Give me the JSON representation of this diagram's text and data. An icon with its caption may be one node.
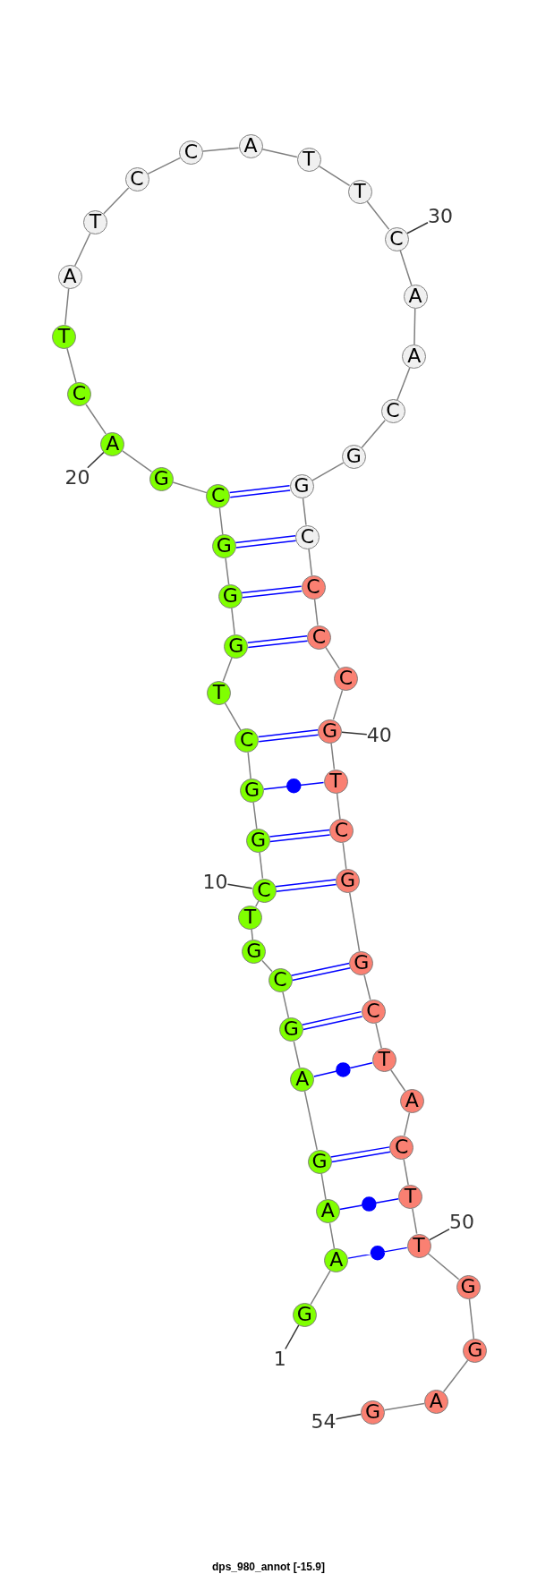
{
  "diagram": {
    "caption": "dps_980_annot [-15.9]",
    "nodes": [
      {
        "text": [
          "G"
        ]
      },
      {
        "text": [
          "A"
        ]
      },
      {
        "text": [
          "A"
        ]
      },
      {
        "text": [
          "G"
        ]
      },
      {
        "text": [
          "A"
        ]
      },
      {
        "text": [
          "G"
        ]
      },
      {
        "text": [
          "C"
        ]
      },
      {
        "text": [
          "G"
        ]
      },
      {
        "text": [
          "T"
        ]
      },
      {
        "text": [
          "C"
        ]
      },
      {
        "text": [
          "G"
        ]
      },
      {
        "text": [
          "G"
        ]
      },
      {
        "text": [
          "C"
        ]
      },
      {
        "text": [
          "T"
        ]
      },
      {
        "text": [
          "G"
        ]
      },
      {
        "text": [
          "G"
        ]
      },
      {
        "text": [
          "G"
        ]
      },
      {
        "text": [
          "C"
        ]
      },
      {
        "text": [
          "G"
        ]
      },
      {
        "text": [
          "A"
        ]
      },
      {
        "text": [
          "C"
        ]
      },
      {
        "text": [
          "T"
        ]
      },
      {
        "text": [
          "A"
        ]
      },
      {
        "text": [
          "T"
        ]
      },
      {
        "text": [
          "C"
        ]
      },
      {
        "text": [
          "C"
        ]
      },
      {
        "text": [
          "A"
        ]
      },
      {
        "text": [
          "T"
        ]
      },
      {
        "text": [
          "T"
        ]
      },
      {
        "text": [
          "C"
        ]
      },
      {
        "text": [
          "A"
        ]
      },
      {
        "text": [
          "A"
        ]
      },
      {
        "text": [
          "C"
        ]
      },
      {
        "text": [
          "G"
        ]
      },
      {
        "text": [
          "G"
        ]
      },
      {
        "text": [
          "C"
        ]
      },
      {
        "text": [
          "C"
        ]
      },
      {
        "text": [
          "C"
        ]
      },
      {
        "text": [
          "C"
        ]
      },
      {
        "text": [
          "G"
        ]
      },
      {
        "text": [
          "T"
        ]
      },
      {
        "text": [
          "C"
        ]
      },
      {
        "text": [
          "G"
        ]
      },
      {
        "text": [
          "G"
        ]
      },
      {
        "text": [
          "C"
        ]
      },
      {
        "text": [
          "T"
        ]
      },
      {
        "text": [
          "A"
        ]
      },
      {
        "text": [
          "C"
        ]
      },
      {
        "text": [
          "T"
        ]
      },
      {
        "text": [
          "T"
        ]
      },
      {
        "text": [
          "G"
        ]
      },
      {
        "text": [
          "G"
        ]
      },
      {
        "text": [
          "A"
        ]
      },
      {
        "text": [
          "G"
        ]
      },
      {
        "text": [
          "1"
        ]
      },
      {
        "text": [
          "10"
        ]
      },
      {
        "text": [
          "20"
        ]
      },
      {
        "text": [
          "30"
        ]
      },
      {
        "text": [
          "40"
        ]
      },
      {
        "text": [
          "50"
        ]
      },
      {
        "text": [
          "54"
        ]
      }
    ],
    "edges": [
      {
        "from": 0,
        "to": 1,
        "arrow": "none"
      },
      {
        "from": 1,
        "to": 2,
        "arrow": "none"
      },
      {
        "from": 2,
        "to": 3,
        "arrow": "none"
      },
      {
        "from": 3,
        "to": 4,
        "arrow": "none"
      },
      {
        "from": 4,
        "to": 5,
        "arrow": "none"
      },
      {
        "from": 5,
        "to": 6,
        "arrow": "none"
      },
      {
        "from": 6,
        "to": 7,
        "arrow": "none"
      },
      {
        "from": 7,
        "to": 8,
        "arrow": "none"
      },
      {
        "from": 8,
        "to": 9,
        "arrow": "none"
      },
      {
        "from": 9,
        "to": 10,
        "arrow": "none"
      },
      {
        "from": 10,
        "to": 11,
        "arrow": "none"
      },
      {
        "from": 11,
        "to": 12,
        "arrow": "none"
      },
      {
        "from": 12,
        "to": 13,
        "arrow": "none"
      },
      {
        "from": 13,
        "to": 14,
        "arrow": "none"
      },
      {
        "from": 14,
        "to": 15,
        "arrow": "none"
      },
      {
        "from": 15,
        "to": 16,
        "arrow": "none"
      },
      {
        "from": 16,
        "to": 17,
        "arrow": "none"
      },
      {
        "from": 17,
        "to": 18,
        "arrow": "none"
      },
      {
        "from": 18,
        "to": 19,
        "arrow": "none"
      },
      {
        "from": 19,
        "to": 20,
        "arrow": "none"
      },
      {
        "from": 20,
        "to": 21,
        "arrow": "none"
      },
      {
        "from": 21,
        "to": 22,
        "arrow": "none"
      },
      {
        "from": 22,
        "to": 23,
        "arrow": "none"
      },
      {
        "from": 23,
        "to": 24,
        "arrow": "none"
      },
      {
        "from": 24,
        "to": 25,
        "arrow": "none"
      },
      {
        "from": 25,
        "to": 26,
        "arrow": "none"
      },
      {
        "from": 26,
        "to": 27,
        "arrow": "none"
      },
      {
        "from": 27,
        "to": 28,
        "arrow": "none"
      },
      {
        "from": 28,
        "to": 29,
        "arrow": "none"
      },
      {
        "from": 29,
        "to": 30,
        "arrow": "none"
      },
      {
        "from": 30,
        "to": 31,
        "arrow": "none"
      },
      {
        "from": 31,
        "to": 32,
        "arrow": "none"
      },
      {
        "from": 32,
        "to": 33,
        "arrow": "none"
      },
      {
        "from": 33,
        "to": 34,
        "arrow": "none"
      },
      {
        "from": 34,
        "to": 35,
        "arrow": "none"
      },
      {
        "from": 35,
        "to": 36,
        "arrow": "none"
      },
      {
        "from": 36,
        "to": 37,
        "arrow": "none"
      },
      {
        "from": 37,
        "to": 38,
        "arrow": "none"
      },
      {
        "from": 38,
        "to": 39,
        "arrow": "none"
      },
      {
        "from": 39,
        "to": 40,
        "arrow": "none"
      },
      {
        "from": 40,
        "to": 41,
        "arrow": "none"
      },
      {
        "from": 41,
        "to": 42,
        "arrow": "none"
      },
      {
        "from": 42,
        "to": 43,
        "arrow": "none"
      },
      {
        "from": 43,
        "to": 44,
        "arrow": "none"
      },
      {
        "from": 44,
        "to": 45,
        "arrow": "none"
      },
      {
        "from": 45,
        "to": 46,
        "arrow": "none"
      },
      {
        "from": 46,
        "to": 47,
        "arrow": "none"
      },
      {
        "from": 47,
        "to": 48,
        "arrow": "none"
      },
      {
        "from": 48,
        "to": 49,
        "arrow": "none"
      },
      {
        "from": 49,
        "to": 50,
        "arrow": "none"
      },
      {
        "from": 50,
        "to": 51,
        "arrow": "none"
      },
      {
        "from": 51,
        "to": 52,
        "arrow": "none"
      },
      {
        "from": 52,
        "to": 53,
        "arrow": "none"
      },
      {
        "from": 17,
        "to": 34,
        "arrow": "none",
        "color": "#0000ff"
      },
      {
        "from": 16,
        "to": 35,
        "arrow": "none",
        "color": "#0000ff"
      },
      {
        "from": 15,
        "to": 36,
        "arrow": "none",
        "color": "#0000ff"
      },
      {
        "from": 14,
        "to": 37,
        "arrow": "none",
        "color": "#0000ff"
      },
      {
        "from": 12,
        "to": 39,
        "arrow": "none",
        "color": "#0000ff"
      },
      {
        "from": 11,
        "to": 40,
        "arrow": "none",
        "color": "#0000ff"
      },
      {
        "from": 10,
        "to": 41,
        "arrow": "none",
        "color": "#0000ff"
      },
      {
        "from": 9,
        "to": 42,
        "arrow": "none",
        "color": "#0000ff"
      },
      {
        "from": 6,
        "to": 43,
        "arrow": "none",
        "color": "#0000ff"
      },
      {
        "from": 5,
        "to": 44,
        "arrow": "none",
        "color": "#0000ff"
      },
      {
        "from": 4,
        "to": 45,
        "arrow": "none",
        "color": "#0000ff"
      },
      {
        "from": 3,
        "to": 47,
        "arrow": "none",
        "color": "#0000ff"
      },
      {
        "from": 2,
        "to": 48,
        "arrow": "none",
        "color": "#0000ff"
      },
      {
        "from": 1,
        "to": 49,
        "arrow": "none",
        "color": "#0000ff"
      },
      {
        "from": 54,
        "to": 0,
        "arrow": "none",
        "color": "#333333"
      },
      {
        "from": 55,
        "to": 9,
        "arrow": "none",
        "color": "#333333"
      },
      {
        "from": 56,
        "to": 19,
        "arrow": "none",
        "color": "#333333"
      },
      {
        "from": 57,
        "to": 29,
        "arrow": "none",
        "color": "#333333"
      },
      {
        "from": 58,
        "to": 39,
        "arrow": "none",
        "color": "#333333"
      },
      {
        "from": 59,
        "to": 49,
        "arrow": "none",
        "color": "#333333"
      },
      {
        "from": 60,
        "to": 53,
        "arrow": "none",
        "color": "#333333"
      }
    ]
  }
}
